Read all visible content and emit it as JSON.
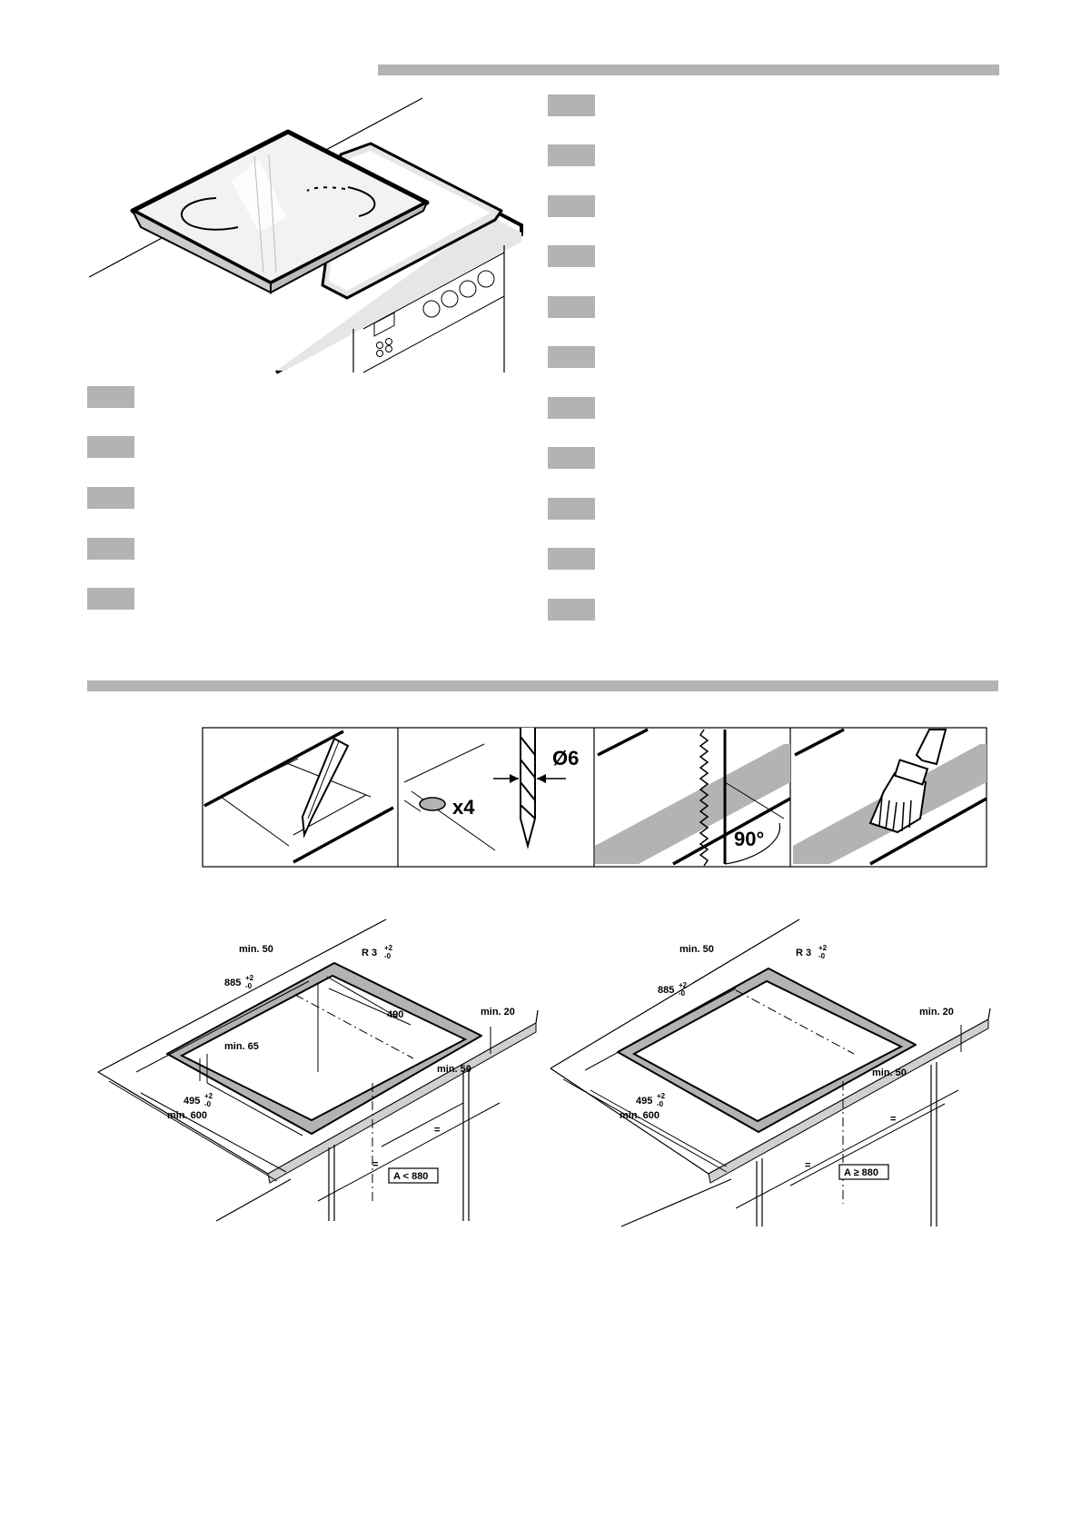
{
  "steps_figure": {
    "diameter_label": "Ø6",
    "count_label": "x4",
    "angle_label": "90°"
  },
  "cutout_left": {
    "min50_top": "min. 50",
    "radius": "R 3",
    "radius_tol_plus": "+2",
    "radius_tol_minus": "-0",
    "width": "885",
    "width_tol_plus": "+2",
    "width_tol_minus": "-0",
    "depth_inner": "490",
    "min20": "min. 20",
    "min65": "min. 65",
    "min50_side": "min. 50",
    "depth": "495",
    "depth_tol_plus": "+2",
    "depth_tol_minus": "-0",
    "min600": "min. 600",
    "equal1": "=",
    "equal2": "=",
    "condition": "A < 880"
  },
  "cutout_right": {
    "min50_top": "min. 50",
    "radius": "R 3",
    "radius_tol_plus": "+2",
    "radius_tol_minus": "-0",
    "width": "885",
    "width_tol_plus": "+2",
    "width_tol_minus": "-0",
    "min20": "min. 20",
    "min50_side": "min. 50",
    "depth": "495",
    "depth_tol_plus": "+2",
    "depth_tol_minus": "-0",
    "min600": "min. 600",
    "equal1": "=",
    "equal2": "=",
    "condition": "A ≥ 880"
  }
}
